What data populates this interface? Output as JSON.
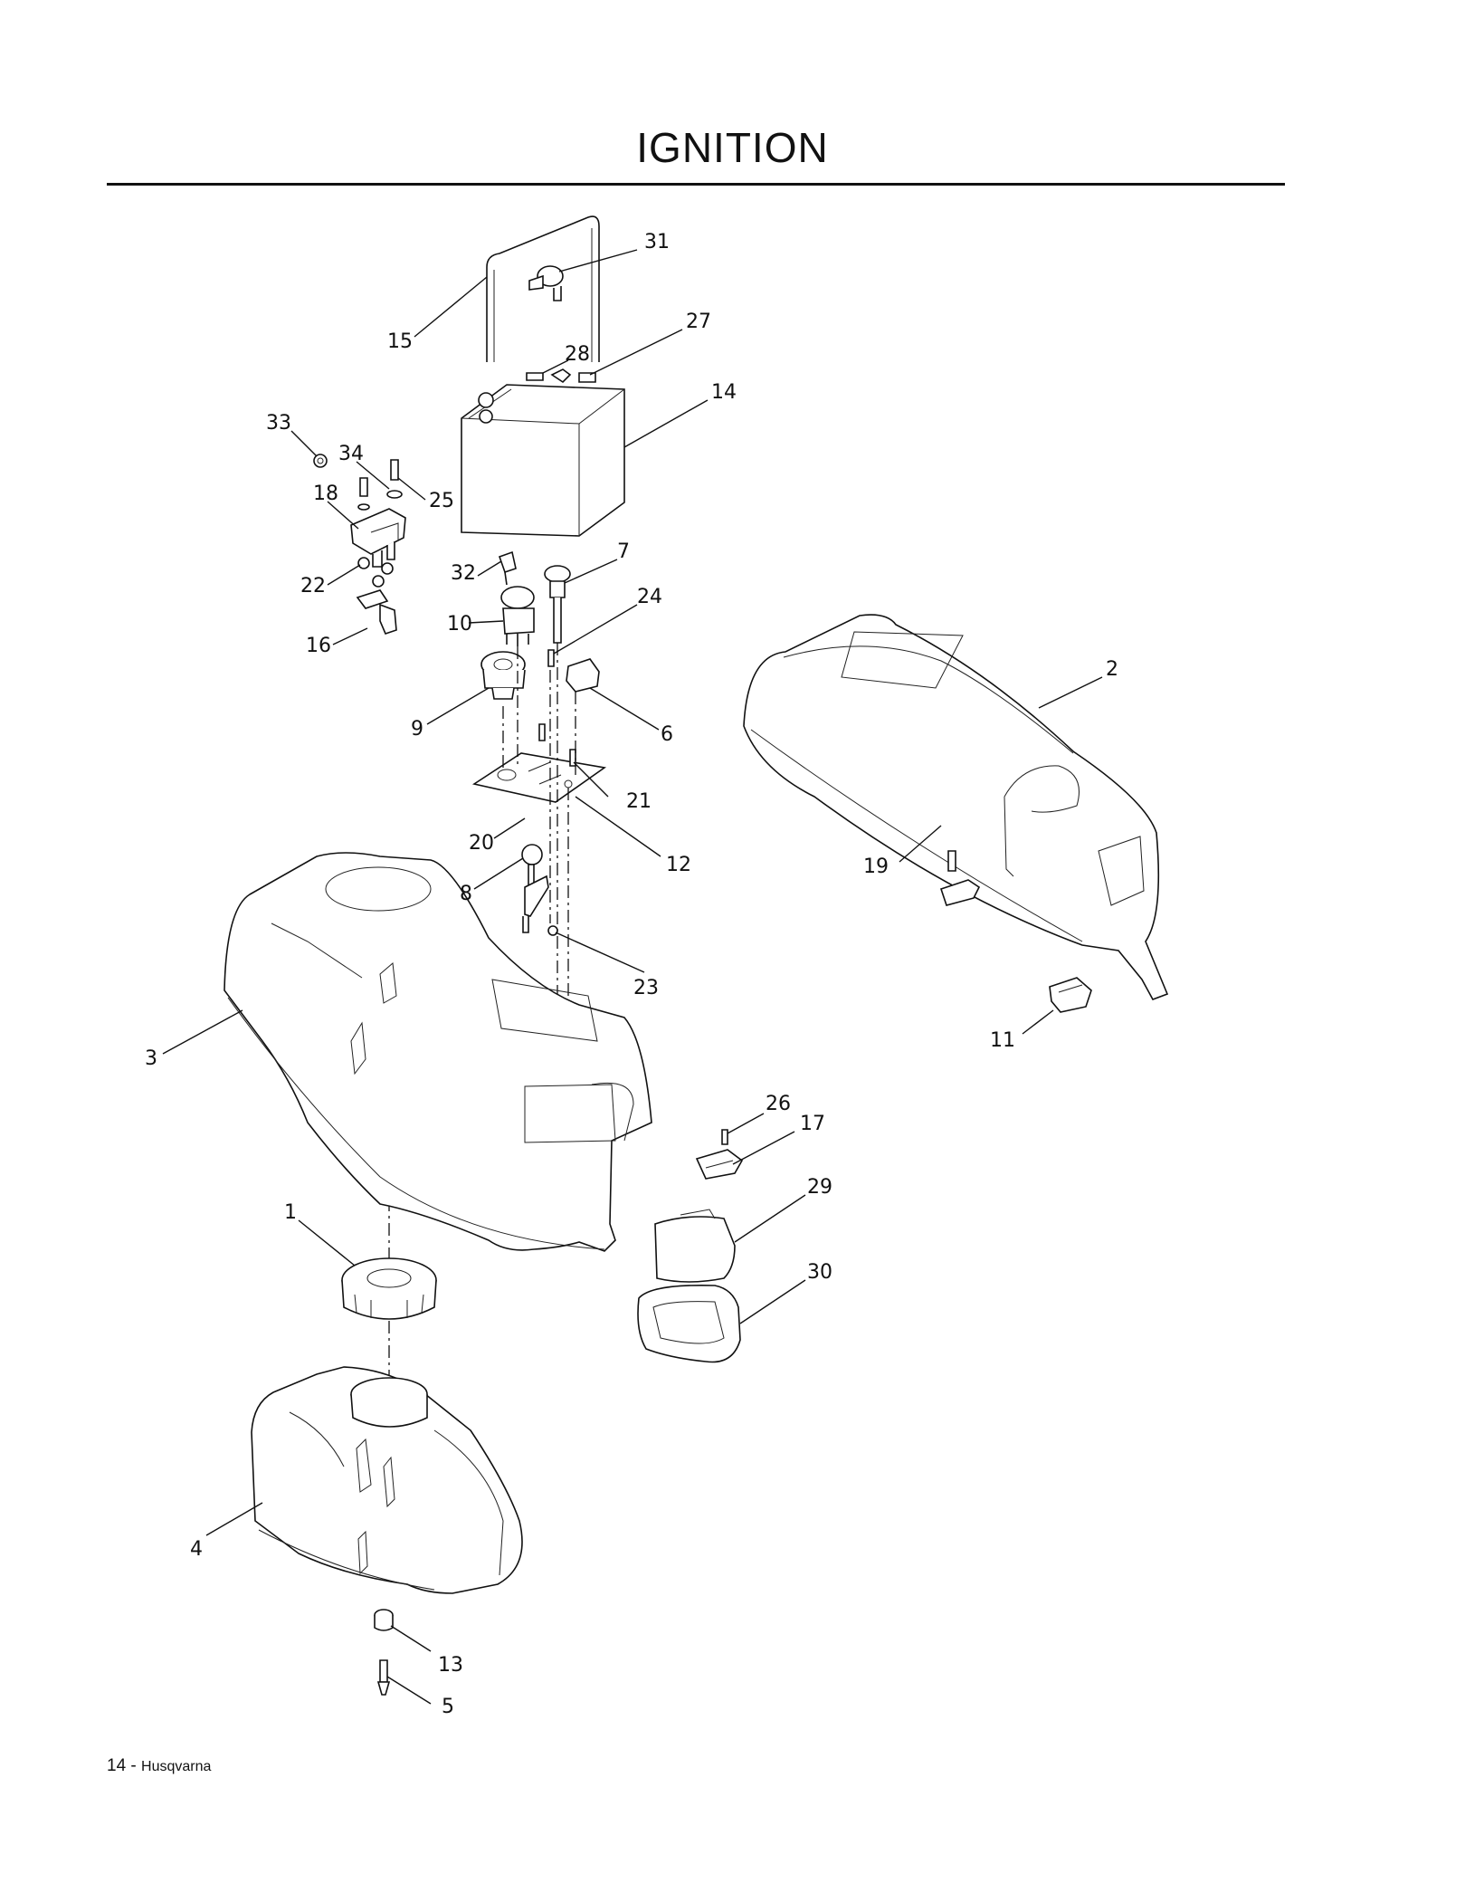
{
  "page": {
    "title": "IGNITION",
    "footer_page": "14",
    "footer_sep": " - ",
    "footer_brand": "Husqvarna"
  },
  "callouts": [
    "1",
    "2",
    "3",
    "4",
    "5",
    "6",
    "7",
    "8",
    "9",
    "10",
    "11",
    "12",
    "13",
    "14",
    "15",
    "16",
    "17",
    "18",
    "19",
    "20",
    "21",
    "22",
    "23",
    "24",
    "25",
    "26",
    "27",
    "28",
    "29",
    "30",
    "31",
    "32",
    "33",
    "34"
  ]
}
